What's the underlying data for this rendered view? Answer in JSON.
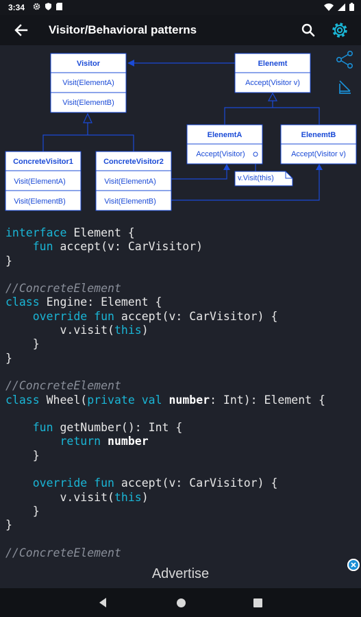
{
  "status_bar": {
    "time": "3:34"
  },
  "app_bar": {
    "title": "Visitor/Behavioral patterns"
  },
  "diagram": {
    "visitor": {
      "title": "Visitor",
      "methods": [
        "Visit(ElementA)",
        "Visit(ElementB)"
      ]
    },
    "element": {
      "title": "Elenemt",
      "methods": [
        "Accept(Visitor v)"
      ]
    },
    "concrete_visitor_1": {
      "title": "ConcreteVisitor1",
      "methods": [
        "Visit(ElementA)",
        "Visit(ElementB)"
      ]
    },
    "concrete_visitor_2": {
      "title": "ConcreteVisitor2",
      "methods": [
        "Visit(ElementA)",
        "Visit(ElementB)"
      ]
    },
    "element_a": {
      "title": "ElenemtA",
      "methods": [
        "Accept(Visitor)"
      ]
    },
    "element_b": {
      "title": "ElenemtB",
      "methods": [
        "Accept(Visitor v)"
      ]
    },
    "note": "v.Visit(this)"
  },
  "code_lines": [
    [
      {
        "t": "interface",
        "c": "kw"
      },
      {
        "t": " Element {",
        "c": ""
      }
    ],
    [
      {
        "t": "    ",
        "c": ""
      },
      {
        "t": "fun",
        "c": "kw"
      },
      {
        "t": " accept(v: CarVisitor)",
        "c": ""
      }
    ],
    [
      {
        "t": "}",
        "c": ""
      }
    ],
    [],
    [
      {
        "t": "//ConcreteElement",
        "c": "cm"
      }
    ],
    [
      {
        "t": "class",
        "c": "kw"
      },
      {
        "t": " Engine: Element {",
        "c": ""
      }
    ],
    [
      {
        "t": "    ",
        "c": ""
      },
      {
        "t": "override",
        "c": "kw"
      },
      {
        "t": " ",
        "c": ""
      },
      {
        "t": "fun",
        "c": "kw"
      },
      {
        "t": " accept(v: CarVisitor) {",
        "c": ""
      }
    ],
    [
      {
        "t": "        v.visit(",
        "c": ""
      },
      {
        "t": "this",
        "c": "kw"
      },
      {
        "t": ")",
        "c": ""
      }
    ],
    [
      {
        "t": "    }",
        "c": ""
      }
    ],
    [
      {
        "t": "}",
        "c": ""
      }
    ],
    [],
    [
      {
        "t": "//ConcreteElement",
        "c": "cm"
      }
    ],
    [
      {
        "t": "class",
        "c": "kw"
      },
      {
        "t": " Wheel(",
        "c": ""
      },
      {
        "t": "private",
        "c": "kw"
      },
      {
        "t": " ",
        "c": ""
      },
      {
        "t": "val",
        "c": "kw"
      },
      {
        "t": " ",
        "c": ""
      },
      {
        "t": "number",
        "c": "bd"
      },
      {
        "t": ": Int): Element {",
        "c": ""
      }
    ],
    [],
    [
      {
        "t": "    ",
        "c": ""
      },
      {
        "t": "fun",
        "c": "kw"
      },
      {
        "t": " getNumber(): Int {",
        "c": ""
      }
    ],
    [
      {
        "t": "        ",
        "c": ""
      },
      {
        "t": "return",
        "c": "kw"
      },
      {
        "t": " ",
        "c": ""
      },
      {
        "t": "number",
        "c": "bd"
      }
    ],
    [
      {
        "t": "    }",
        "c": ""
      }
    ],
    [],
    [
      {
        "t": "    ",
        "c": ""
      },
      {
        "t": "override",
        "c": "kw"
      },
      {
        "t": " ",
        "c": ""
      },
      {
        "t": "fun",
        "c": "kw"
      },
      {
        "t": " accept(v: CarVisitor) {",
        "c": ""
      }
    ],
    [
      {
        "t": "        v.visit(",
        "c": ""
      },
      {
        "t": "this",
        "c": "kw"
      },
      {
        "t": ")",
        "c": ""
      }
    ],
    [
      {
        "t": "    }",
        "c": ""
      }
    ],
    [
      {
        "t": "}",
        "c": ""
      }
    ],
    [],
    [
      {
        "t": "//ConcreteElement",
        "c": "cm"
      }
    ]
  ],
  "ad": {
    "label": "Advertise"
  },
  "icons": {
    "back": "arrow-back-icon",
    "search": "search-icon",
    "settings": "gear-icon",
    "share": "share-icon",
    "collapse": "collapse-icon",
    "close": "close-icon"
  },
  "colors": {
    "accent": "#1ab6d6",
    "background": "#1f222b",
    "diagram_blue": "#1a4ad6"
  }
}
